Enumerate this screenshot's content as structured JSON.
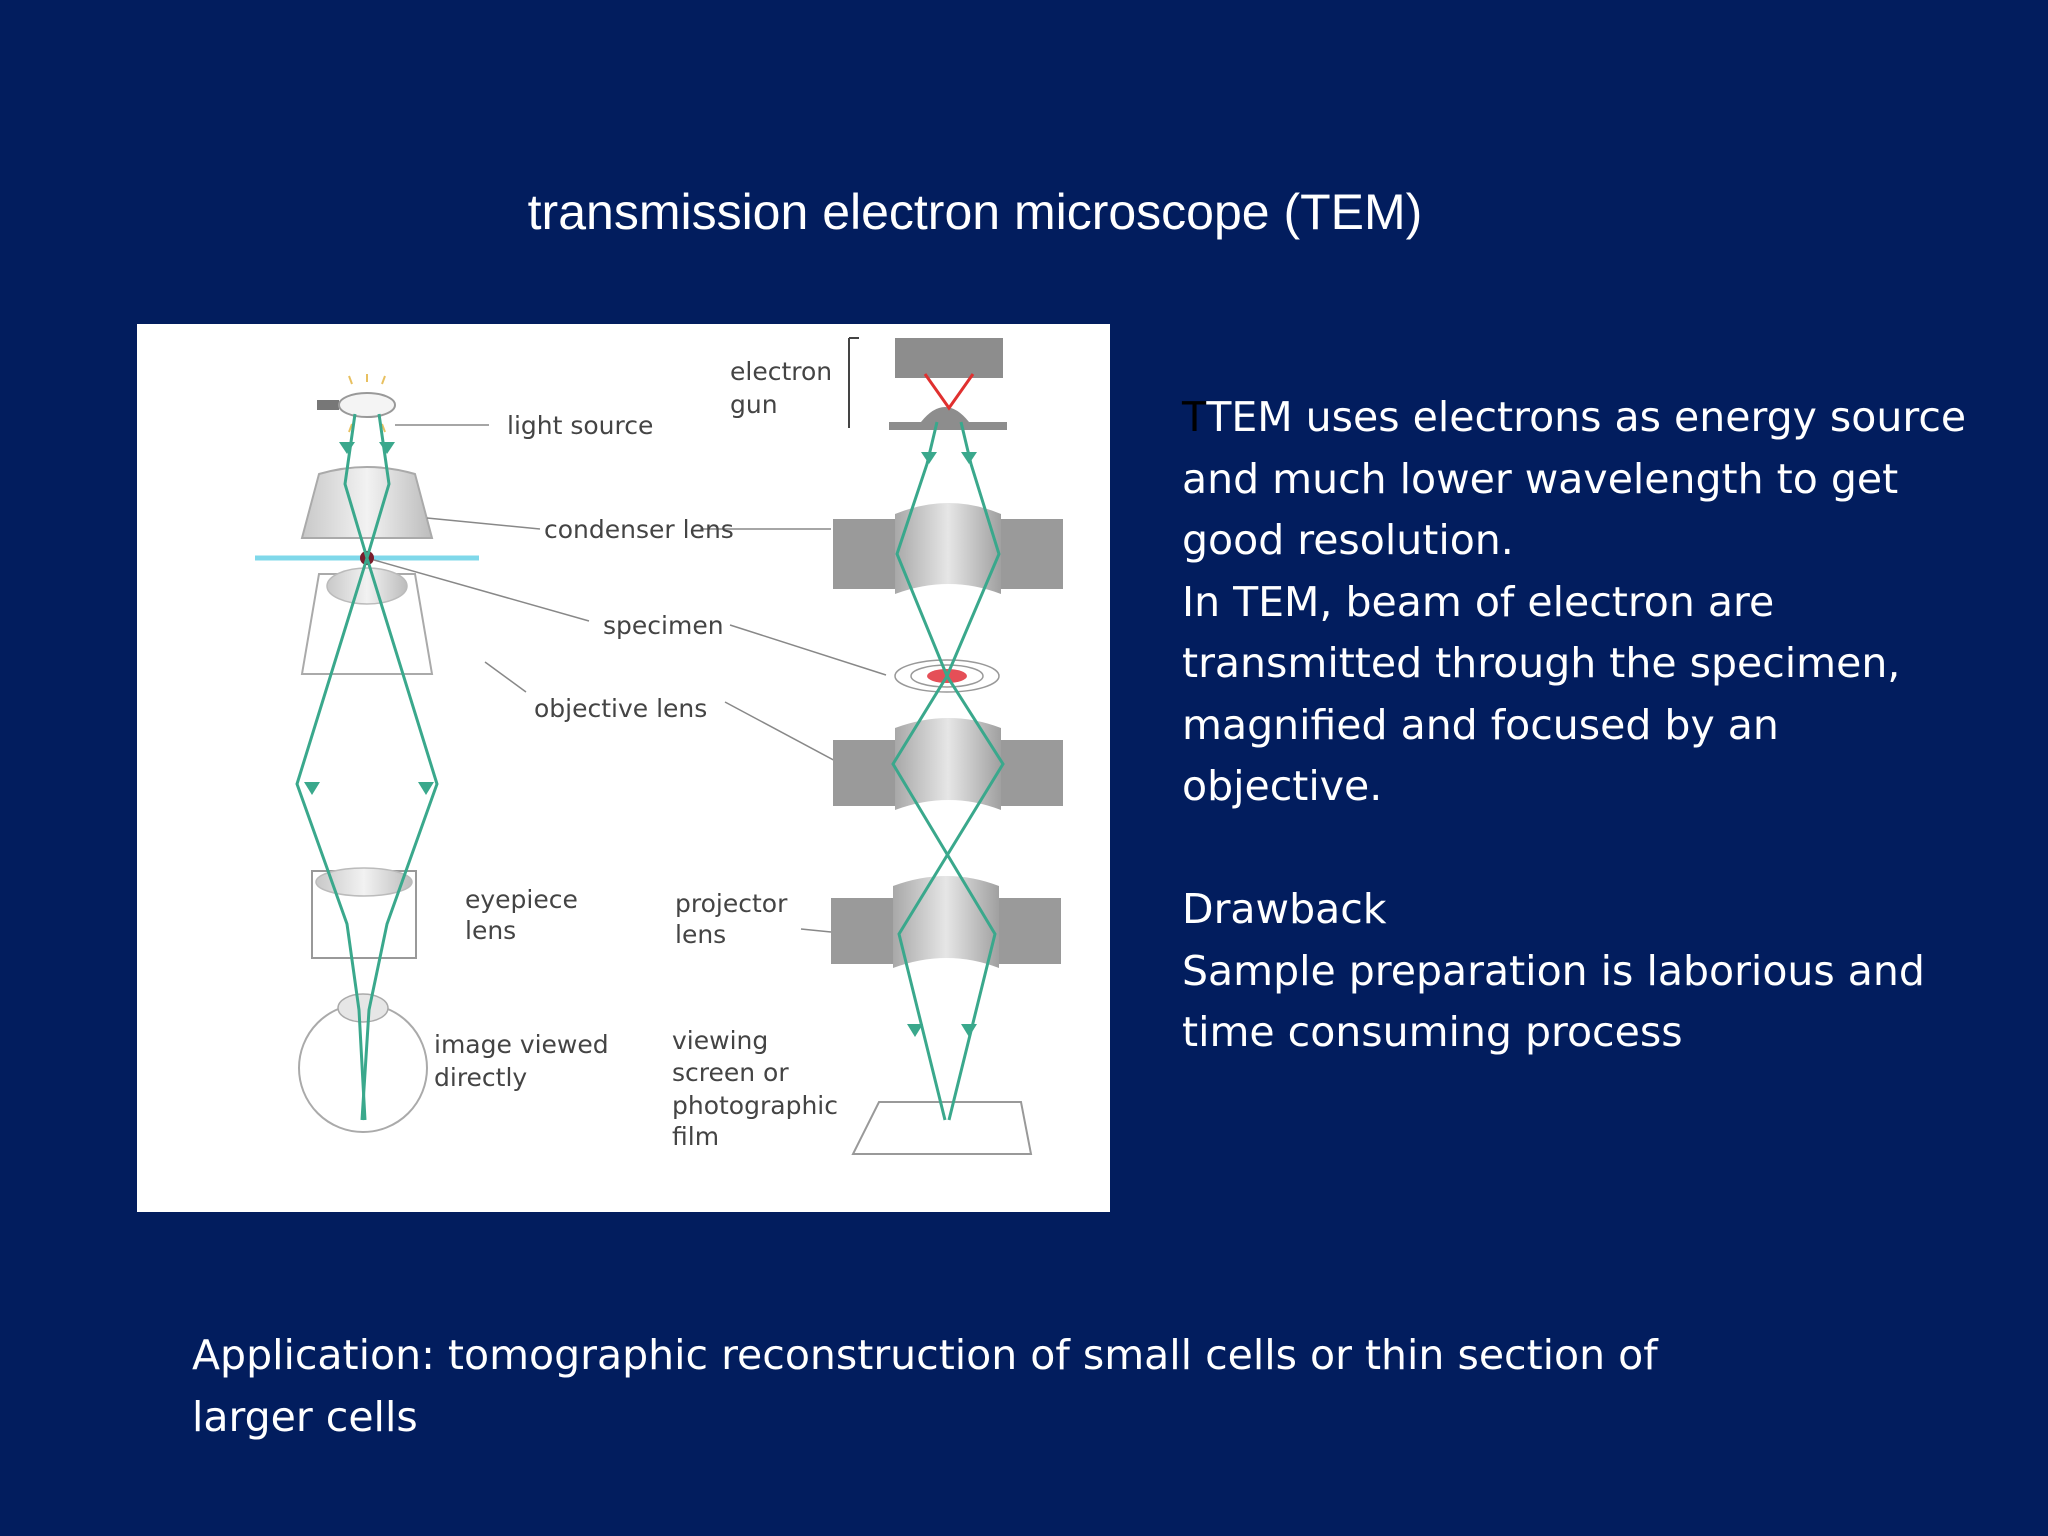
{
  "title": "transmission electron microscope (TEM)",
  "diagram": {
    "labels": {
      "electron_gun": [
        "electron",
        "gun"
      ],
      "light_source": "light source",
      "condenser_lens": "condenser lens",
      "specimen": "specimen",
      "objective_lens": "objective lens",
      "eyepiece_lens": [
        "eyepiece",
        "lens"
      ],
      "projector_lens": [
        "projector",
        "lens"
      ],
      "image_viewed_directly": [
        "image viewed",
        "directly"
      ],
      "viewing_screen": [
        "viewing",
        "screen or",
        "photographic",
        "film"
      ]
    },
    "colors": {
      "ray": "#3aa88c",
      "electron_beam_origin": "#e0302f",
      "lens_gray": "#9a9a9a",
      "light_plane": "#7fd8ea"
    }
  },
  "body": {
    "stray_char": "T",
    "para1": [
      "TEM uses electrons as energy source",
      "and much lower wavelength to get",
      "good resolution.",
      "In TEM, beam of electron are",
      "transmitted through the specimen,",
      "magnified and focused by an",
      "objective."
    ],
    "drawback_heading": "Drawback",
    "drawback": [
      "Sample preparation is laborious and",
      "time consuming process"
    ]
  },
  "application": [
    "Application: tomographic reconstruction of small cells or thin section of",
    "larger cells"
  ]
}
